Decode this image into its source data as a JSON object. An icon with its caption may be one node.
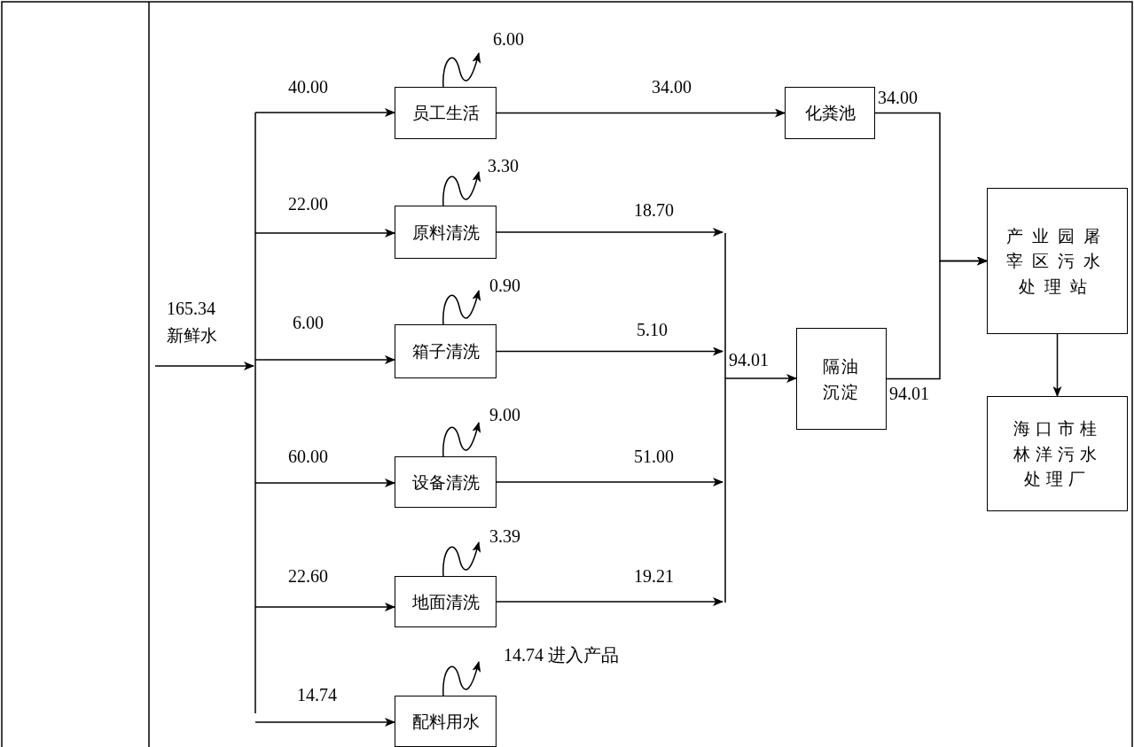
{
  "diagram": {
    "nodes": [
      {
        "text": [
          "员工生活"
        ]
      },
      {
        "text": [
          "原料清洗"
        ]
      },
      {
        "text": [
          "箱子清洗"
        ]
      },
      {
        "text": [
          "设备清洗"
        ]
      },
      {
        "text": [
          "地面清洗"
        ]
      },
      {
        "text": [
          "配料用水"
        ]
      },
      {
        "text": [
          "化粪池"
        ]
      },
      {
        "text": [
          "隔油沉淀"
        ]
      },
      {
        "text": [
          "产业园屠宰区污水处理站"
        ]
      },
      {
        "text": [
          "海口市桂林洋污水处理厂"
        ]
      }
    ],
    "edges": [
      {
        "from": null,
        "to": 0,
        "arrow": "to",
        "label": "40.00"
      },
      {
        "from": null,
        "to": 1,
        "arrow": "to",
        "label": "22.00"
      },
      {
        "from": null,
        "to": 2,
        "arrow": "to",
        "label": "6.00"
      },
      {
        "from": null,
        "to": 3,
        "arrow": "to",
        "label": "60.00"
      },
      {
        "from": null,
        "to": 4,
        "arrow": "to",
        "label": "22.60"
      },
      {
        "from": null,
        "to": 5,
        "arrow": "to",
        "label": "14.74"
      },
      {
        "from": 0,
        "to": null,
        "arrow": "to",
        "label": "6.00"
      },
      {
        "from": 1,
        "to": null,
        "arrow": "to",
        "label": "3.30"
      },
      {
        "from": 2,
        "to": null,
        "arrow": "to",
        "label": "0.90"
      },
      {
        "from": 3,
        "to": null,
        "arrow": "to",
        "label": "9.00"
      },
      {
        "from": 4,
        "to": null,
        "arrow": "to",
        "label": "3.39"
      },
      {
        "from": 5,
        "to": null,
        "arrow": "to",
        "label": "14.74 进入产品"
      },
      {
        "from": 0,
        "to": 6,
        "arrow": "to",
        "label": "34.00"
      },
      {
        "from": 1,
        "to": 7,
        "arrow": "to",
        "label": "18.70"
      },
      {
        "from": 2,
        "to": 7,
        "arrow": "to",
        "label": "5.10"
      },
      {
        "from": 3,
        "to": 7,
        "arrow": "to",
        "label": "51.00"
      },
      {
        "from": 4,
        "to": 7,
        "arrow": "to",
        "label": "19.21"
      },
      {
        "from": 6,
        "to": 8,
        "arrow": "to",
        "label": "34.00"
      },
      {
        "from": 7,
        "to": 8,
        "arrow": "to",
        "label": "94.01"
      },
      {
        "from": 8,
        "to": 9,
        "arrow": "to"
      }
    ],
    "labels": [
      "165.34",
      "新鲜水",
      "94.01"
    ]
  }
}
